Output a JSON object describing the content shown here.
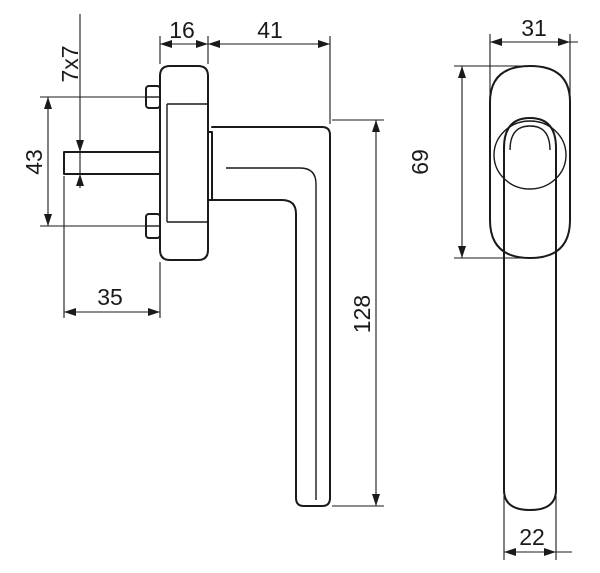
{
  "dimensions": {
    "square_spindle": "7x7",
    "rose_thickness": "16",
    "handle_offset": "41",
    "screw_spacing": "43",
    "spindle_length": "35",
    "handle_length": "128",
    "rose_length": "69",
    "rose_width": "31",
    "handle_grip_width": "22"
  }
}
